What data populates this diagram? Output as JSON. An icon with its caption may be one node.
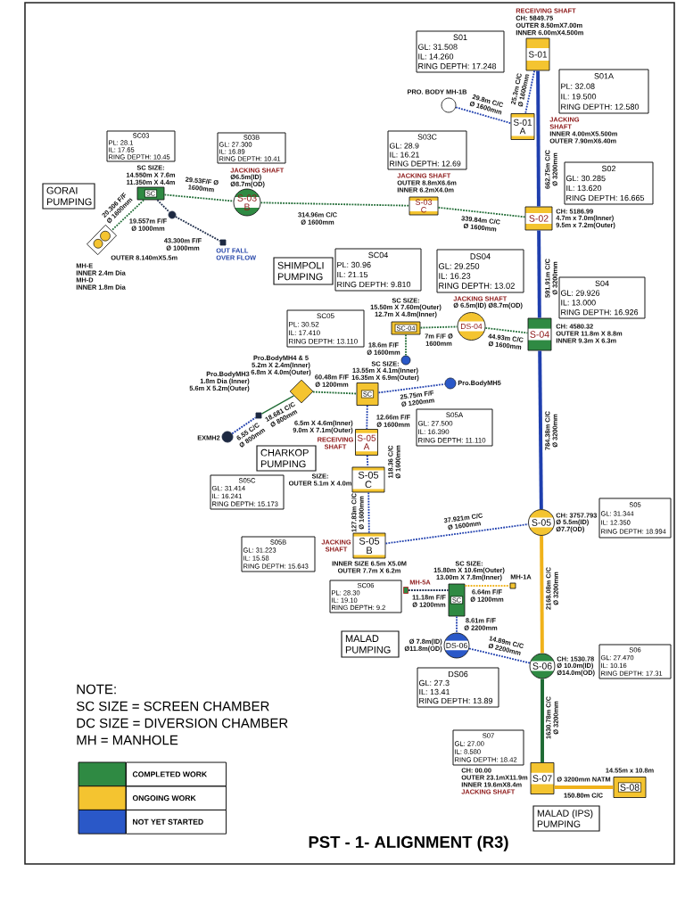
{
  "diagram": {
    "title": "PST - 1- ALIGNMENT (R3)",
    "nodes": [
      {
        "text": [
          "S01",
          "GL: 31.508",
          "IL: 14.260",
          "RING DEPTH: 17.248"
        ]
      },
      {
        "text": [
          "S-01"
        ],
        "beside": [
          "RECEIVING SHAFT",
          "CH: 5849.75",
          "OUTER 8.50mX7.00m",
          "INNER 6.00mX4.500m"
        ]
      },
      {
        "text": [
          "S01A",
          "PL: 32.08",
          "IL: 19.500",
          "RING DEPTH: 12.580"
        ]
      },
      {
        "text": [],
        "shape": "circle",
        "beside": [
          "PRO. BODY MH-1B"
        ]
      },
      {
        "text": [
          "S-01 A"
        ],
        "beside": [
          "JACKING SHAFT",
          "INNER 4.00mX5.500m",
          "OUTER 7.90mX6.40m"
        ]
      },
      {
        "text": [
          "S03C",
          "GL: 28.9",
          "IL: 16.21",
          "RING DEPTH: 12.69"
        ]
      },
      {
        "text": [
          "S02",
          "GL: 30.285",
          "IL: 13.620",
          "RING DEPTH: 16.665"
        ]
      },
      {
        "text": [
          "SC03",
          "PL: 28.1",
          "IL: 17.65",
          "RING DEPTH: 10.45"
        ]
      },
      {
        "text": [
          "S03B",
          "GL: 27.300",
          "IL: 16.89",
          "RING DEPTH: 10.41"
        ]
      },
      {
        "text": [
          "GORAI PUMPING"
        ]
      },
      {
        "text": [
          "SC"
        ],
        "beside": [
          "SC SIZE:",
          "14.550m X 7.6m",
          "11.350m X 4.4m"
        ]
      },
      {
        "text": [
          "S-03 B"
        ],
        "beside": [
          "JACKING SHAFT",
          "Ø6.5m(ID)",
          "Ø8.7m(OD)"
        ]
      },
      {
        "text": [
          "S-03 C"
        ],
        "beside": [
          "JACKING SHAFT",
          "OUTER 8.8mX6.6m",
          "INNER 6.2mX4.0m"
        ]
      },
      {
        "text": [
          "S-02"
        ],
        "beside": [
          "CH: 5186.99",
          "4.7m x 7.0m(Inner)",
          "9.5m x 7.2m(Outer)"
        ]
      },
      {
        "text": [],
        "shape": "box",
        "beside": [
          "OUTER 8.140mX5.5m",
          "MH-E",
          "INNER 2.4m Dia",
          "MH-D",
          "INNER 1.8m Dia"
        ]
      },
      {
        "text": [],
        "shape": "circle"
      },
      {
        "text": [],
        "shape": "box",
        "beside": [
          "OUT FALL OVER FLOW"
        ]
      },
      {
        "text": [
          "SHIMPOLI PUMPING"
        ]
      },
      {
        "text": [
          "SC04",
          "PL: 30.96",
          "IL: 21.15",
          "RING DEPTH: 9.810"
        ]
      },
      {
        "text": [
          "DS04",
          "GL: 29.250",
          "IL: 16.23",
          "RING DEPTH: 13.02"
        ]
      },
      {
        "text": [
          "S04",
          "GL: 29.926",
          "IL: 13.000",
          "RING DEPTH: 16.926"
        ]
      },
      {
        "text": [
          "SC05",
          "PL: 30.52",
          "IL: 17.410",
          "RING DEPTH: 13.110"
        ]
      },
      {
        "text": [
          "SC-04"
        ],
        "beside": [
          "SC SIZE:",
          "15.50m X 7.60m(Outer)",
          "12.7m X 4.8m(Inner)"
        ]
      },
      {
        "text": [
          "DS-04"
        ],
        "beside": [
          "JACKING SHAFT",
          "Ø 6.5m(ID) Ø8.7m(OD)"
        ]
      },
      {
        "text": [
          "S-04"
        ],
        "beside": [
          "CH: 4580.32",
          "OUTER 11.8m X 8.8m",
          "INNER 9.3m X 6.3m"
        ]
      },
      {
        "text": [],
        "shape": "circle"
      },
      {
        "text": [],
        "shape": "diamond",
        "beside": [
          "Pro.BodyMH4 & 5",
          "5.2m X 2.4m(Inner)",
          "6.8m X 4.0m(Outer)"
        ]
      },
      {
        "text": [
          "SC"
        ],
        "beside": [
          "SC SIZE:",
          "13.55m X 4.1m(Inner)",
          "16.35m X 6.9m(Outer)"
        ]
      },
      {
        "text": [],
        "shape": "circle",
        "beside": [
          "Pro.BodyMH5"
        ]
      },
      {
        "text": [],
        "shape": "box",
        "beside": [
          "Pro.BodyMH3",
          "1.8m Dia (Inner)",
          "5.6m X 5.2m(Outer)"
        ]
      },
      {
        "text": [],
        "shape": "circle",
        "beside": [
          "EXMH2"
        ]
      },
      {
        "text": [
          "S-05 A"
        ],
        "beside": [
          "6.5m X 4.6m(Inner)",
          "9.0m X 7.1m(Outer)",
          "RECEIVING SHAFT"
        ]
      },
      {
        "text": [
          "S05A",
          "GL: 27.500",
          "IL: 16.390",
          "RING DEPTH: 11.110"
        ]
      },
      {
        "text": [
          "CHARKOP PUMPING"
        ]
      },
      {
        "text": [
          "S05C",
          "GL: 31.414",
          "IL: 16.241",
          "RING DEPTH: 15.173"
        ]
      },
      {
        "text": [
          "S-05 C"
        ],
        "beside": [
          "SIZE:",
          "OUTER 5.1m X 4.0m"
        ]
      },
      {
        "text": [
          "S05B",
          "GL: 31.223",
          "IL: 15.58",
          "RING DEPTH: 15.643"
        ]
      },
      {
        "text": [
          "S-05 B"
        ],
        "beside": [
          "JACKING SHAFT",
          "INNER SIZE 6.5m X5.0M",
          "OUTER 7.7m X 6.2m"
        ]
      },
      {
        "text": [
          "S-05"
        ],
        "beside": [
          "CH: 3757.793",
          "Ø 5.5m(ID)",
          "Ø7.7(OD)"
        ]
      },
      {
        "text": [
          "S05",
          "GL: 31.344",
          "IL: 12.350",
          "RING DEPTH: 18.994"
        ]
      },
      {
        "text": [
          "SC06",
          "PL: 28.30",
          "IL: 19.10",
          "RING DEPTH: 9.2"
        ]
      },
      {
        "text": [],
        "shape": "box",
        "beside": [
          "MH-5A"
        ]
      },
      {
        "text": [
          "SC"
        ],
        "beside": [
          "SC SIZE:",
          "15.80m X 10.6m(Outer)",
          "13.00m X 7.8m(Inner)"
        ]
      },
      {
        "text": [],
        "shape": "box",
        "beside": [
          "MH-1A"
        ]
      },
      {
        "text": [
          "MALAD PUMPING"
        ]
      },
      {
        "text": [
          "DS-06"
        ],
        "beside": [
          "Ø 7.8m(ID)",
          "Ø11.8m(OD)"
        ]
      },
      {
        "text": [
          "S-06"
        ],
        "beside": [
          "CH: 1530.78",
          "Ø 10.0m(ID)",
          "Ø14.0m(OD)"
        ]
      },
      {
        "text": [
          "S06",
          "GL: 27.470",
          "IL: 10.16",
          "RING DEPTH: 17.31"
        ]
      },
      {
        "text": [
          "DS06",
          "GL: 27.3",
          "IL: 13.41",
          "RING DEPTH: 13.89"
        ]
      },
      {
        "text": [
          "S07",
          "GL: 27.00",
          "IL: 8.580",
          "RING DEPTH: 18.42"
        ]
      },
      {
        "text": [
          "S-07"
        ],
        "beside": [
          "CH: 00.00",
          "OUTER 23.1mX11.9m",
          "INNER 19.6mX8.4m",
          "JACKING SHAFT"
        ]
      },
      {
        "text": [
          "S-08"
        ],
        "beside": [
          "14.55m x 10.8m"
        ]
      },
      {
        "text": [
          "MALAD (IPS) PUMPING"
        ]
      }
    ],
    "edges": [
      {
        "from": 1,
        "to": 13,
        "arrow": "none",
        "label": "662.75m C/C Ø 3200mm",
        "style": "thick"
      },
      {
        "from": 1,
        "to": 4,
        "arrow": "none",
        "label": "25.3m C/C Ø 1600mm",
        "style": "dashed"
      },
      {
        "from": 3,
        "to": 4,
        "arrow": "none",
        "label": "29.8m C/C Ø 1600mm",
        "style": "dashed"
      },
      {
        "from": 12,
        "to": 13,
        "arrow": "none",
        "label": "339.84m C/C Ø 1600mm",
        "style": "dashed",
        "color": "#1f6b34"
      },
      {
        "from": 11,
        "to": 12,
        "arrow": "none",
        "label": "314.96m C/C Ø 1600mm",
        "style": "dashed",
        "color": "#1f6b34"
      },
      {
        "from": 10,
        "to": 11,
        "arrow": "none",
        "label": "29.53F/F Ø 1600mm",
        "style": "dashed",
        "color": "#1f6b34"
      },
      {
        "from": 10,
        "to": 14,
        "arrow": "none",
        "label": "20.306 F/F Ø 1600mm",
        "style": "dashed",
        "color": "#1f6b34"
      },
      {
        "from": 10,
        "to": 15,
        "arrow": "none",
        "label": "19.557m F/F Ø 1000mm",
        "style": "dashed",
        "color": "#1b2a48"
      },
      {
        "from": 15,
        "to": 16,
        "arrow": "none",
        "label": "43.300m F/F Ø 1000mm",
        "style": "dashed",
        "color": "#1b2a48"
      },
      {
        "from": 13,
        "to": 24,
        "arrow": "none",
        "label": "591.91m C/C Ø 3200mm",
        "style": "thick"
      },
      {
        "from": 23,
        "to": 24,
        "arrow": "none",
        "label": "44.93m C/C Ø 1600mm",
        "style": "dashed",
        "color": "#1f6b34"
      },
      {
        "from": 22,
        "to": 23,
        "arrow": "none",
        "label": "7m F/F Ø 1600mm",
        "style": "dashed",
        "color": "#1f6b34"
      },
      {
        "from": 22,
        "to": 25,
        "arrow": "none",
        "label": "18.6m F/F Ø 1600mm",
        "style": "dashed",
        "color": "#1f6b34"
      },
      {
        "from": 24,
        "to": 38,
        "arrow": "none",
        "label": "784.38m C/C Ø 3200mm",
        "style": "thick"
      },
      {
        "from": 26,
        "to": 27,
        "arrow": "none",
        "label": "60.48m F/F Ø 1200mm",
        "style": "dashed",
        "color": "#1f6b34"
      },
      {
        "from": 27,
        "to": 28,
        "arrow": "none",
        "label": "25.75m F/F Ø 1200mm",
        "style": "dashed"
      },
      {
        "from": 29,
        "to": 26,
        "arrow": "none",
        "label": "18.681 C/C Ø 800mm",
        "color": "#1f6b34"
      },
      {
        "from": 30,
        "to": 29,
        "arrow": "none",
        "label": "6.55 C/C Ø 800mm",
        "style": "dashed"
      },
      {
        "from": 27,
        "to": 31,
        "arrow": "none",
        "label": "12.66m F/F Ø 1600mm",
        "style": "dashed"
      },
      {
        "from": 31,
        "to": 35,
        "arrow": "none",
        "label": "118.36 C/C Ø 1600mm",
        "style": "dashed"
      },
      {
        "from": 35,
        "to": 37,
        "arrow": "none",
        "label": "127.83m C/C Ø 1600mm",
        "style": "dashed"
      },
      {
        "from": 37,
        "to": 38,
        "arrow": "none",
        "label": "37.921m C/C Ø 1600mm",
        "style": "dashed"
      },
      {
        "from": 38,
        "to": 46,
        "arrow": "none",
        "label": "2168.08m C/C Ø 3200mm",
        "style": "thick",
        "color": "#f0b21a"
      },
      {
        "from": 41,
        "to": 42,
        "arrow": "none",
        "label": "11.18m F/F Ø 1200mm",
        "style": "dashed",
        "color": "#1b2a48"
      },
      {
        "from": 42,
        "to": 43,
        "arrow": "none",
        "label": "6.64m F/F Ø 1200mm",
        "style": "dashed",
        "color": "#f0b21a"
      },
      {
        "from": 42,
        "to": 45,
        "arrow": "none",
        "label": "8.61m F/F Ø 2200mm",
        "style": "dashed"
      },
      {
        "from": 45,
        "to": 46,
        "arrow": "none",
        "label": "14.89m C/C Ø 2200mm",
        "style": "dashed"
      },
      {
        "from": 46,
        "to": 50,
        "arrow": "none",
        "label": "1630.78m C/C Ø 3200mm",
        "style": "thick",
        "color": "#1f6b34"
      },
      {
        "from": 50,
        "to": 51,
        "arrow": "none",
        "label": "Ø 3200mm NATM",
        "style": "thick",
        "color": "#f0b21a"
      }
    ],
    "labels": [
      "NOTE:",
      "SC SIZE = SCREEN CHAMBER",
      "DC SIZE = DIVERSION CHAMBER",
      "MH = MANHOLE",
      "150.80m C/C"
    ],
    "legend": [
      {
        "text": "COMPLETED WORK",
        "color": "#2f8a43"
      },
      {
        "text": "ONGOING WORK",
        "color": "#f4c430"
      },
      {
        "text": "NOT YET STARTED",
        "color": "#2a58c8"
      }
    ]
  }
}
